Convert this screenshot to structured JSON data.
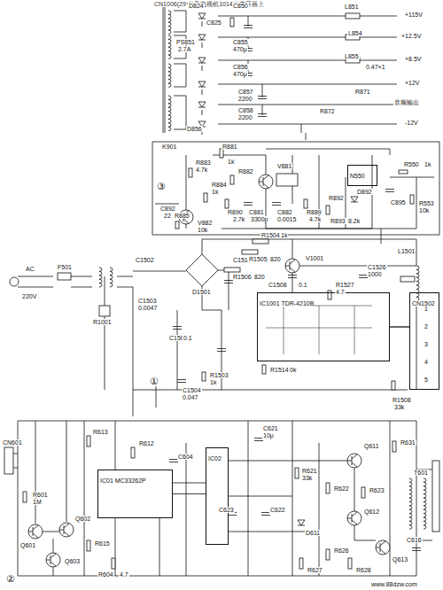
{
  "diagram": {
    "title": "CN1006(29寸)及电视机1014位变压器上",
    "nodes": [
      {
        "text": [
          "IC1001 TDR-4210B"
        ]
      },
      {
        "text": [
          "CN1502"
        ]
      },
      {
        "text": [
          "IC01 MC33262P"
        ]
      },
      {
        "text": [
          "IC02"
        ]
      },
      {
        "text": [
          "N550"
        ]
      }
    ],
    "edges": [
      {
        "from": 0,
        "to": 1,
        "arrow": "none"
      },
      {
        "from": 2,
        "to": 3,
        "arrow": "none"
      }
    ],
    "labels": [
      "D824",
      "C825",
      "C850",
      "L851",
      "+115V",
      "PS851",
      "2.7A",
      "C855",
      "470μ",
      "L854",
      "+12.5V",
      "C856",
      "470μ",
      "L855",
      "0.47×1",
      "+8.5V",
      "C857",
      "2200",
      "R871",
      "+12V",
      "C858",
      "2200",
      "R872",
      "音频输出",
      "-12V",
      "D856",
      "K901",
      "R881",
      "1k",
      "R883",
      "4.7k",
      "R882",
      "V881",
      "③",
      "R884",
      "1k",
      "C892",
      "22",
      "V882",
      "R885",
      "10k",
      "R890",
      "2.7k",
      "C881",
      "3300p",
      "C882",
      "0.0015",
      "R889",
      "4.7k",
      "R892",
      "D892",
      "R893",
      "8.2k",
      "R550",
      "1k",
      "C895",
      "R553",
      "10k",
      "AC",
      "220V",
      "F501",
      "C1502",
      "C1503",
      "0.0047",
      "R1001",
      "D1501",
      "C1510",
      "R1504",
      "1k",
      "R1505",
      "820",
      "R1506",
      "820",
      "V1001",
      "C1508",
      "0.1",
      "R1527",
      "4.7",
      "C1526",
      "1000",
      "L1501",
      "R1508",
      "33k",
      "1",
      "2",
      "3",
      "4",
      "5",
      "C1504",
      "0.047",
      "R1503",
      "1k",
      "R1514",
      "0k",
      "①",
      "C1507",
      "0.1",
      "CN601",
      "R601",
      "1M",
      "Q601",
      "Q602",
      "Q603",
      "R613",
      "R612",
      "R615",
      "R604",
      "4.7",
      "C604",
      "C621",
      "10μ",
      "R621",
      "33k",
      "C623",
      "C622",
      "Q611",
      "R622",
      "R623",
      "Q612",
      "D611",
      "R626",
      "R627",
      "R628",
      "Q613",
      "T601",
      "C616",
      "R631",
      "②",
      "www.88dzw.com"
    ]
  }
}
